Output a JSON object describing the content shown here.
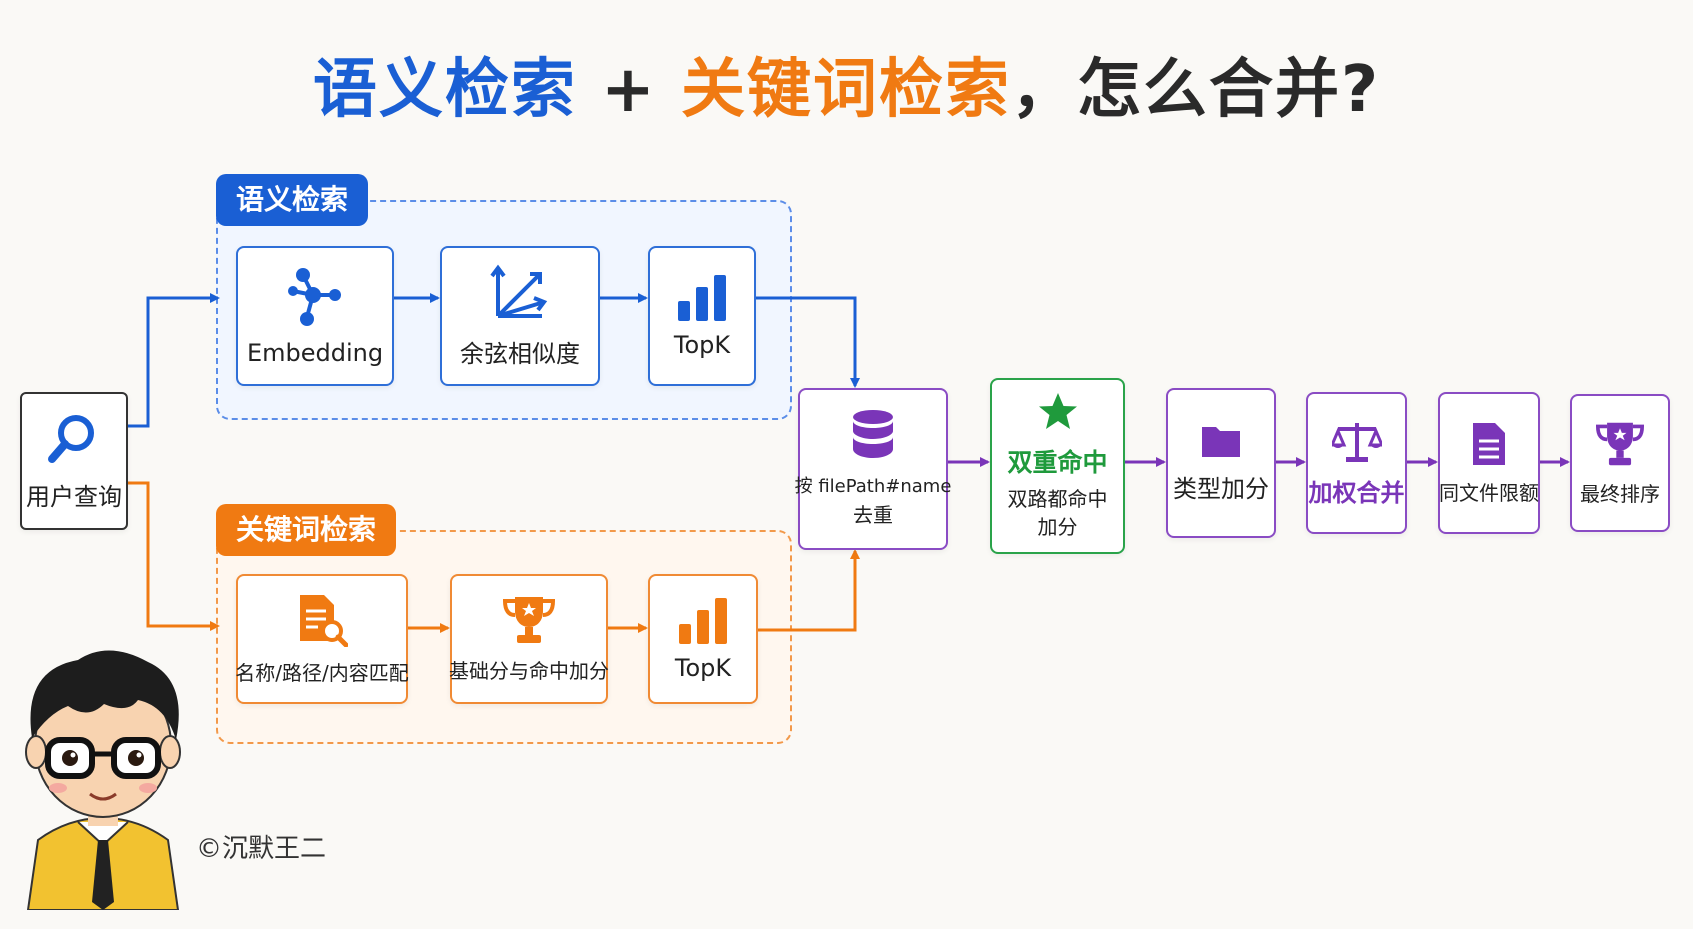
{
  "title": {
    "part_semantic": "语义检索",
    "plus": " + ",
    "part_keyword": "关键词检索",
    "part_question": "，怎么合并?"
  },
  "colors": {
    "blue": "#1a5fd4",
    "orange": "#f07a12",
    "purple": "#7a35b8",
    "green": "#1f9a3c"
  },
  "query": {
    "label": "用户查询",
    "icon": "search-icon"
  },
  "semantic": {
    "tag": "语义检索",
    "steps": [
      {
        "label": "Embedding",
        "icon": "share-nodes-icon"
      },
      {
        "label": "余弦相似度",
        "icon": "vector-angle-icon"
      },
      {
        "label": "TopK",
        "icon": "bar-chart-icon"
      }
    ]
  },
  "keyword": {
    "tag": "关键词检索",
    "steps": [
      {
        "label": "名称/路径/内容匹配",
        "icon": "document-search-icon"
      },
      {
        "label": "基础分与命中加分",
        "icon": "trophy-icon"
      },
      {
        "label": "TopK",
        "icon": "bar-chart-icon"
      }
    ]
  },
  "merge": [
    {
      "line1": "按 filePath#name",
      "line2": "去重",
      "icon": "database-icon"
    },
    {
      "label": "双重命中",
      "sub1": "双路都命中",
      "sub2": "加分",
      "icon": "star-icon"
    },
    {
      "label": "类型加分",
      "icon": "folder-icon"
    },
    {
      "label": "加权合并",
      "icon": "scale-icon"
    },
    {
      "label": "同文件限额",
      "icon": "file-icon"
    },
    {
      "label": "最终排序",
      "icon": "trophy-icon"
    }
  ],
  "copyright": "©沉默王二"
}
